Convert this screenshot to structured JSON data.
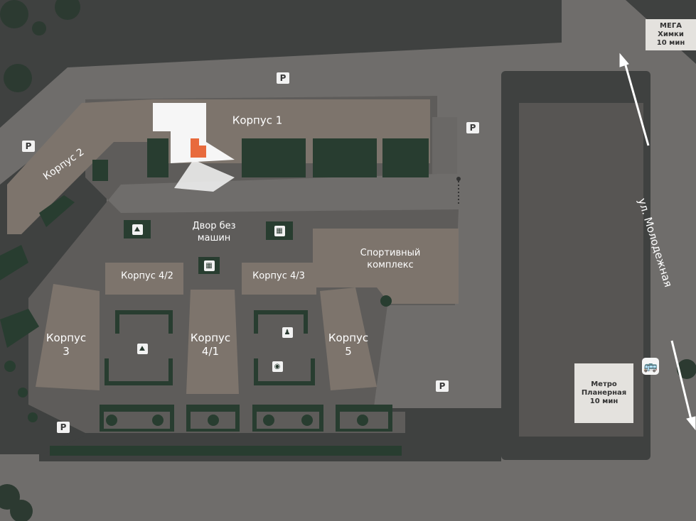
{
  "buildings": {
    "korpus1": "Корпус 1",
    "korpus2": "Корпус 2",
    "korpus3": [
      "Корпус",
      "3"
    ],
    "korpus4_1": [
      "Корпус",
      "4/1"
    ],
    "korpus4_2": "Корпус 4/2",
    "korpus4_3": "Корпус 4/3",
    "korpus5": [
      "Корпус",
      "5"
    ]
  },
  "areas": {
    "courtyard": [
      "Двор без",
      "машин"
    ],
    "sports": [
      "Спортивный",
      "комплекс"
    ]
  },
  "street": "ул. Молодежная",
  "mega": [
    "МЕГА Химки",
    "10 мин"
  ],
  "metro": [
    "Метро",
    "Планерная",
    "10 мин"
  ],
  "parking_label": "P",
  "icons": {
    "parking": "parking-icon",
    "bus": "bus-icon",
    "playground": "playground-icon",
    "sports_ground": "sports-ground-icon",
    "chess": "chess-icon",
    "workout": "workout-icon",
    "direction_arrow": "arrow-icon"
  },
  "colors": {
    "background": "#3f4140",
    "road": "#6f6d6b",
    "plaza": "#5e5c5a",
    "building": "#7d746c",
    "green": "#283d30",
    "highlight": "#f6f6f6",
    "apartment": "#e86a3c"
  }
}
